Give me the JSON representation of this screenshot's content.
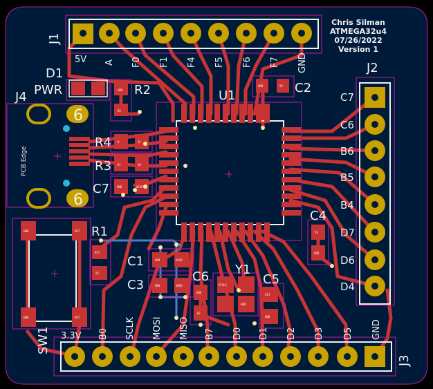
{
  "board": {
    "colors": {
      "background": "#000000",
      "substrate": "#001b3a",
      "copper_front": "#c83434",
      "copper_back": "#4d7fc4",
      "silkscreen": "#f2eff0",
      "pad": "#c9a200",
      "courtyard": "#c2199f",
      "edge_cuts": "#c2199f",
      "via": "#f5e7a3",
      "hole": "#2bb6d8"
    },
    "info": {
      "author": "Chris Silman",
      "chip": "ATMEGA32u4",
      "date": "07/26/2022",
      "version": "Version 1"
    },
    "refs": {
      "j1": "J1",
      "j2": "J2",
      "j3": "J3",
      "j4": "J4",
      "d1": "D1",
      "pwr": "PWR",
      "u1": "U1",
      "y1": "Y1",
      "sw1": "SW1",
      "r1": "R1",
      "r2": "R2",
      "r3": "R3",
      "r4": "R4",
      "c1": "C1",
      "c2": "C2",
      "c3": "C3",
      "c4": "C4",
      "c5": "C5",
      "c6": "C6",
      "c7_left": "C7"
    },
    "pcb_edge": "PCB Edge",
    "j1_pins": [
      "5V",
      "A",
      "F0",
      "F1",
      "F4",
      "F5",
      "F6",
      "F7",
      "GND"
    ],
    "j2_pins": [
      "C7",
      "C6",
      "B6",
      "B5",
      "B4",
      "D7",
      "D6",
      "D4"
    ],
    "j3_pins": [
      "3.3V",
      "B0",
      "SCLK",
      "MOSI",
      "MISO",
      "B7",
      "D0",
      "D1",
      "D2",
      "D3",
      "D5",
      "GND"
    ],
    "usb_pad_number": "6",
    "pad_small": {
      "r2_a": "GND",
      "r2_b": "R2",
      "c2_a": "GND",
      "c2_b": "5V",
      "c4_a": "5V",
      "c4_b": "GND",
      "c6_a": "GND",
      "c6_b": "B7",
      "y1_a": "XTAL1",
      "y1_b": "GND",
      "c5_a": "XT2",
      "c5_b": "GND",
      "sw_a": "GND",
      "sw_b": "RST",
      "r1_a": "RST",
      "r1_b": "5V",
      "c1_a": "GND",
      "c1_b": "UCAP",
      "c3_a": "GND",
      "c3_b": "VBUS",
      "r3_a": "D+",
      "r3_b": "D+",
      "r4_a": "D-",
      "r4_b": "D-",
      "c7_a": "GND",
      "c7_b": "UCAP"
    }
  }
}
